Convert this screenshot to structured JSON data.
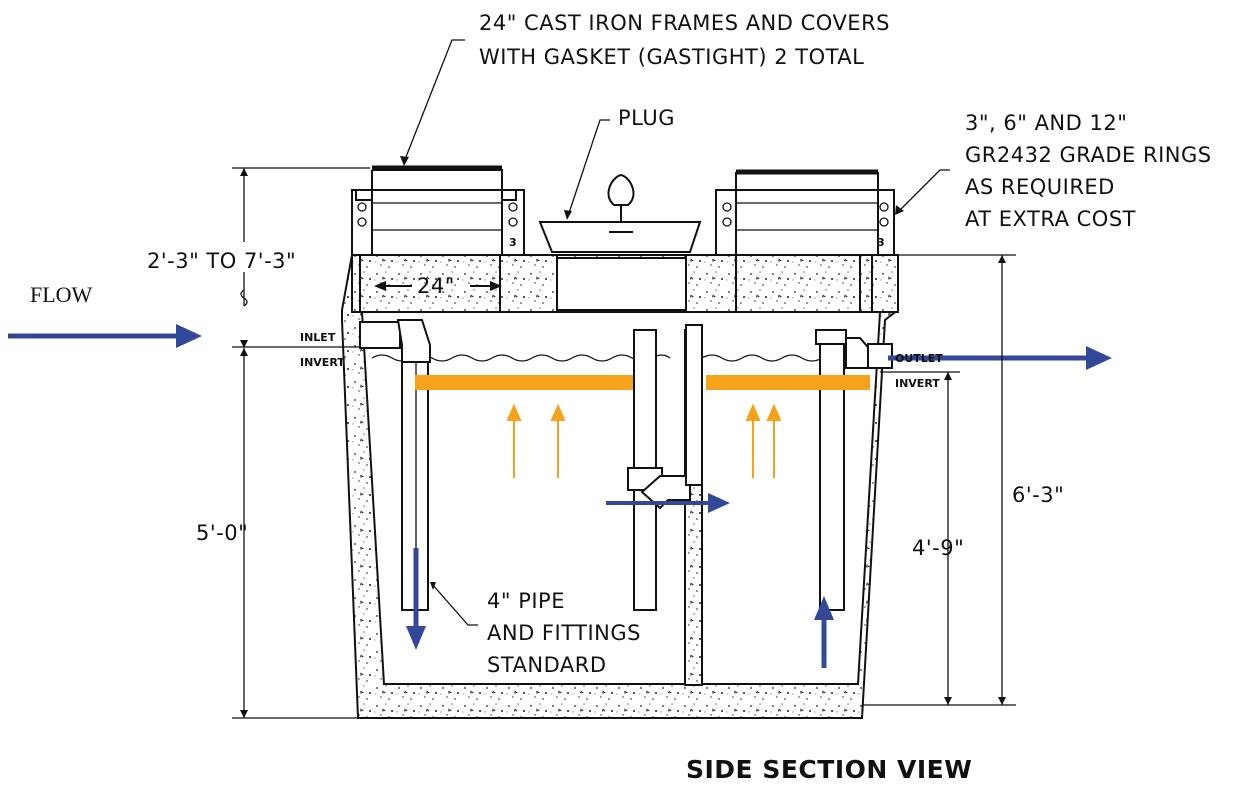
{
  "labels": {
    "frames_line1": "24\" CAST IRON FRAMES AND COVERS",
    "frames_line2": "WITH GASKET (GASTIGHT) 2 TOTAL",
    "plug": "PLUG",
    "rings_line1": "3\", 6\" AND 12\"",
    "rings_line2": "GR2432 GRADE RINGS",
    "rings_line3": "AS REQUIRED",
    "rings_line4": "AT EXTRA COST",
    "riser_range": "2'-3\" TO 7'-3\"",
    "flow": "FLOW",
    "width_24": "24\"",
    "inlet_1": "INLET",
    "inlet_2": "INVERT",
    "outlet_1": "OUTLET",
    "outlet_2": "INVERT",
    "dim_left": "5'-0\"",
    "dim_right_outer": "6'-3\"",
    "dim_right_inner": "4'-9\"",
    "pipe_line1": "4\" PIPE",
    "pipe_line2": "AND FITTINGS",
    "pipe_line3": "STANDARD",
    "title": "SIDE SECTION VIEW"
  },
  "colors": {
    "flow_arrow": "#34489a",
    "oil_layer": "#f7a21b",
    "rise_arrow": "#f7a21b",
    "linework": "#111111"
  }
}
